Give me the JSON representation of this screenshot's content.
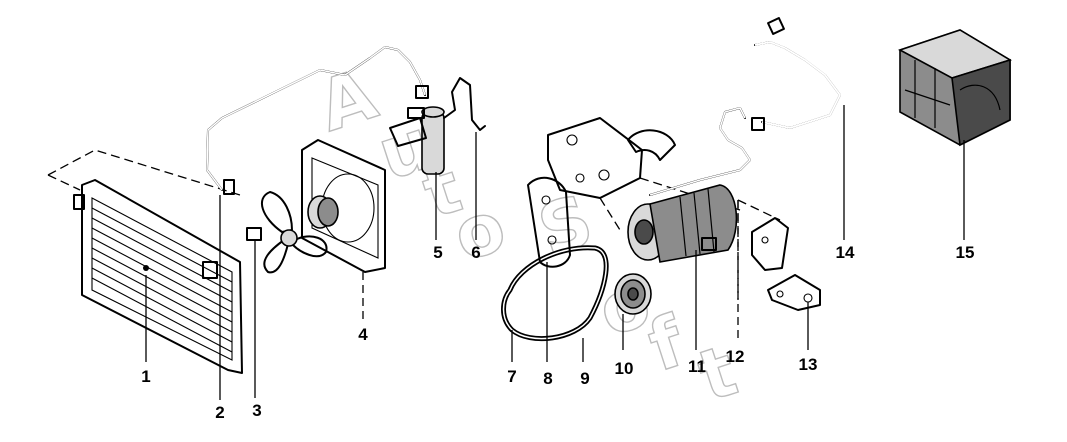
{
  "watermark": {
    "letters": [
      "A",
      "u",
      "t",
      "o",
      "S",
      "o",
      "f",
      "t"
    ]
  },
  "callouts": [
    "1",
    "2",
    "3",
    "4",
    "5",
    "6",
    "7",
    "8",
    "9",
    "10",
    "11",
    "12",
    "13",
    "14",
    "15"
  ]
}
